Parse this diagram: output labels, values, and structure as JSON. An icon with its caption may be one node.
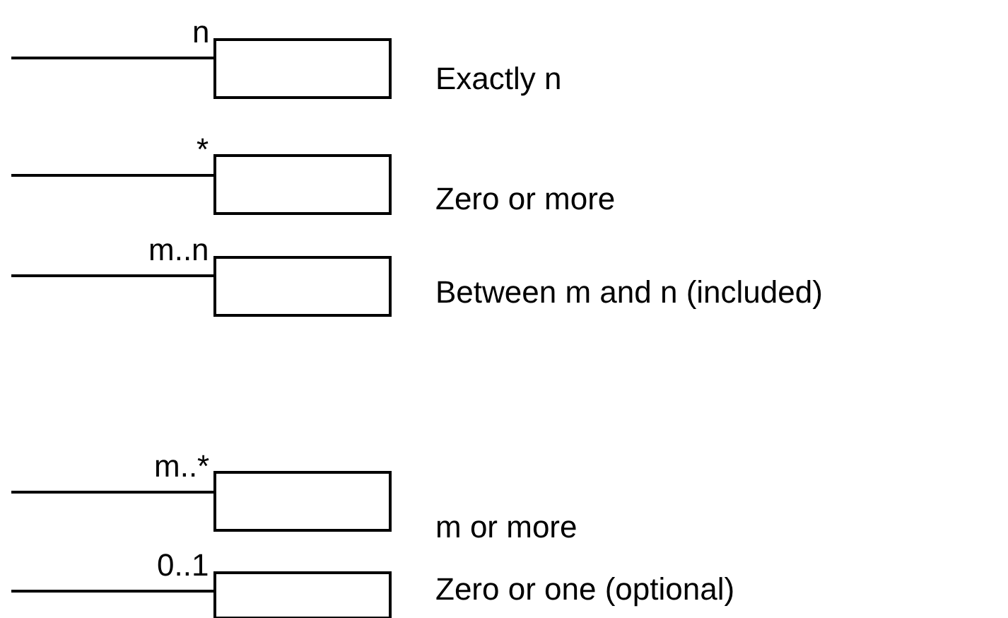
{
  "diagram": {
    "nodes": [
      {
        "text": [],
        "shape": "box",
        "beside": [
          "Exactly n"
        ]
      },
      {
        "text": [],
        "shape": "box",
        "beside": [
          "Zero or more"
        ]
      },
      {
        "text": [],
        "shape": "box",
        "beside": [
          "Between m and n (included)"
        ]
      },
      {
        "text": [],
        "shape": "box",
        "beside": [
          "m or more"
        ]
      },
      {
        "text": [],
        "shape": "box",
        "beside": [
          "Zero or one (optional)"
        ]
      }
    ],
    "edges": [
      {
        "from": null,
        "to": 0,
        "arrow": "none",
        "label": "n"
      },
      {
        "from": null,
        "to": 1,
        "arrow": "none",
        "label": "*"
      },
      {
        "from": null,
        "to": 2,
        "arrow": "none",
        "label": "m..n"
      },
      {
        "from": null,
        "to": 3,
        "arrow": "none",
        "label": "m..*"
      },
      {
        "from": null,
        "to": 4,
        "arrow": "none",
        "label": "0..1"
      }
    ]
  }
}
